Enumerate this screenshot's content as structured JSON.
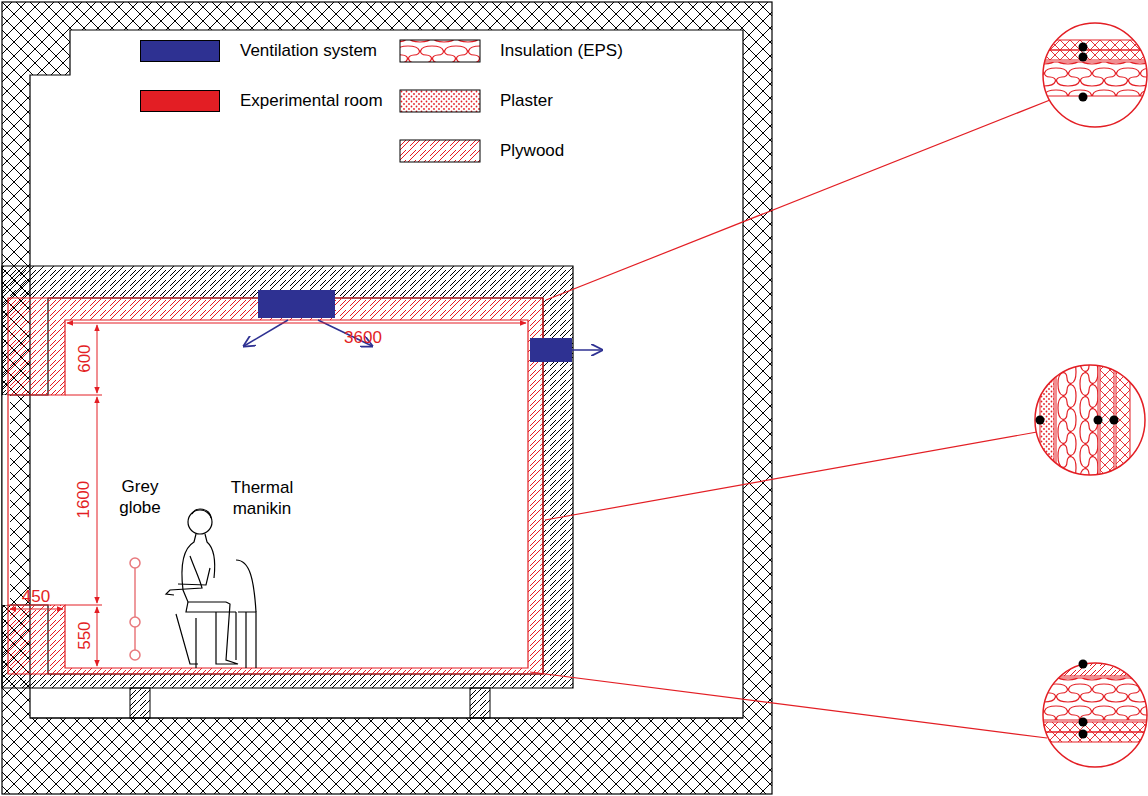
{
  "diagram": {
    "labels": [
      "600",
      "3600",
      "1600",
      "450",
      "550",
      "Grey globe",
      "Thermal manikin"
    ],
    "legend": [
      {
        "text": "Ventilation system",
        "color": "#2e3192"
      },
      {
        "text": "Experimental room",
        "color": "#e31e24"
      },
      {
        "text": "Insulation (EPS)"
      },
      {
        "text": "Plaster"
      },
      {
        "text": "Plywood"
      }
    ]
  }
}
